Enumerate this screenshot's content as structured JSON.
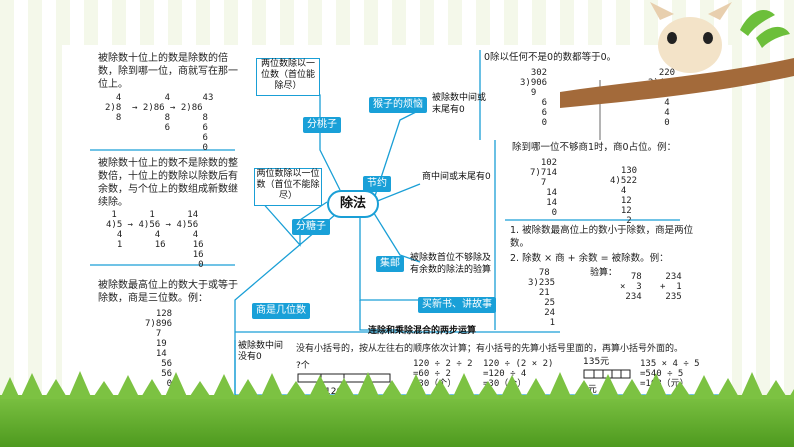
{
  "center_label": "除法",
  "left": {
    "two_digit_top": {
      "box": "两位数除以一位数（首位能除尽）",
      "tag": "分桃子",
      "note": "被除数十位上的数是除数的倍数，除到哪一位，商就写在那一位上。",
      "calc": "  4        4      43\n2)8  → 2)86 → 2)86\n  8        8      8\n           6      6\n                  6\n                  0"
    },
    "two_digit_mid": {
      "box": "两位数除以一位数（首位不能除尽）",
      "tag": "分糖子",
      "note": "被除数十位上的数不是除数的整数倍，十位上的数除以除数后有余数，与个位上的数组成新数继续除。",
      "calc": " 1      1      14\n4)5 → 4)56 → 4)56\n  4      4      4\n  1      16     16\n                16\n                 0"
    },
    "three_digit": {
      "tag": "商是几位数",
      "note": "被除数最高位上的数大于或等于除数，商是三位数。例：",
      "calc": "  128\n7)896\n  7\n  19\n  14\n   56\n   56\n    0"
    },
    "zero_box": "被除数中间没有0"
  },
  "right": {
    "monkey": {
      "tag": "猴子的烦恼",
      "box": "被除数中间或末尾有0",
      "note": "0除以任何不是0的数都等于0。",
      "calc1": "  302\n3)906\n  9\n    6\n    6\n    0",
      "calc2": "  220\n2)440\n  4\n   4\n   4\n   0"
    },
    "festival": {
      "tag": "节约",
      "box": "商中间或末尾有0",
      "note": "除到哪一位不够商1时，商0占位。例：",
      "calc1": "  102\n7)714\n  7\n   14\n   14\n    0",
      "calc2": "  130\n4)522\n  4\n  12\n  12\n   2"
    },
    "stamps": {
      "tag": "集邮",
      "box": "被除数首位不够除及有余数的除法的验算",
      "note1": "1. 被除数最高位上的数小于除数，商是两位数。",
      "note2": "2. 除数 × 商 + 余数 = 被除数。例：",
      "calc": "  78\n3)235\n  21\n   25\n   24\n    1",
      "check_label": "验算：",
      "check1": "  78\n×  3\n 234",
      "check2": " 234\n+  1\n 235"
    },
    "books": {
      "tag": "买新书、讲故事",
      "title": "连除和乘除混合的两步运算",
      "note": "没有小括号的，按从左往右的顺序依次计算；有小括号的先算小括号里面的，再算小括号外面的。",
      "ex1": "120 ÷ 2 ÷ 2\n=60 ÷ 2\n=30（个）",
      "ex2": "120 ÷ (2 × 2)\n=120 ÷ 4\n=30（个）",
      "ex3": "135 × 4 ÷ 5\n=540 ÷ 5\n=108（元）",
      "ex1_label": "120个",
      "ex3_label": "135元",
      "q1": "?个",
      "q3": "?元"
    }
  }
}
